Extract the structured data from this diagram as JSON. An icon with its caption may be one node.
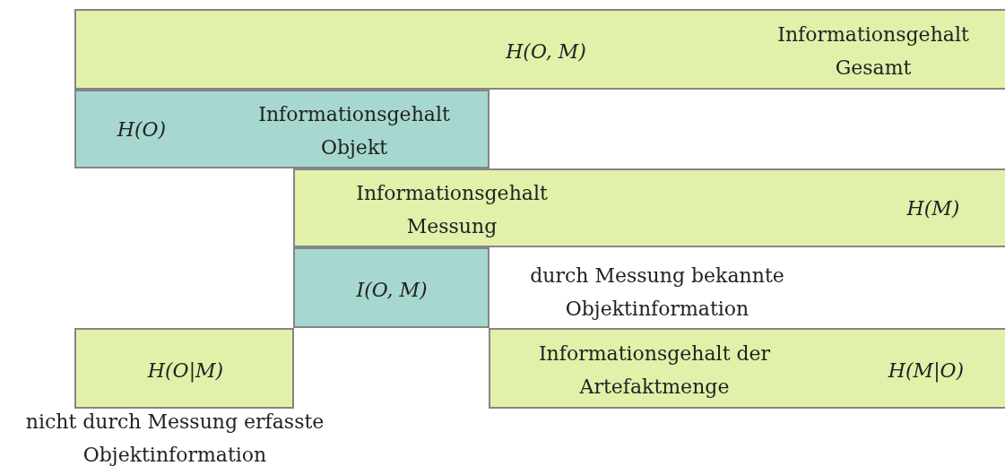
{
  "diagram": {
    "nodes": [
      {
        "text": [
          "H(O, M)",
          "Informationsgehalt Gesamt"
        ]
      },
      {
        "text": [
          "H(O)",
          "Informationsgehalt Objekt"
        ]
      },
      {
        "text": [
          "Informationsgehalt Messung",
          "H(M)"
        ]
      },
      {
        "text": [
          "I(O, M)"
        ]
      },
      {
        "text": [
          "H(O|M)"
        ],
        "beside": [
          "nicht durch Messung erfasste Objektinformation"
        ]
      },
      {
        "text": [
          "Informationsgehalt der Artefaktmenge",
          "H(M|O)"
        ]
      }
    ],
    "edges": [],
    "labels": [
      "durch Messung bekannte Objektinformation"
    ]
  }
}
